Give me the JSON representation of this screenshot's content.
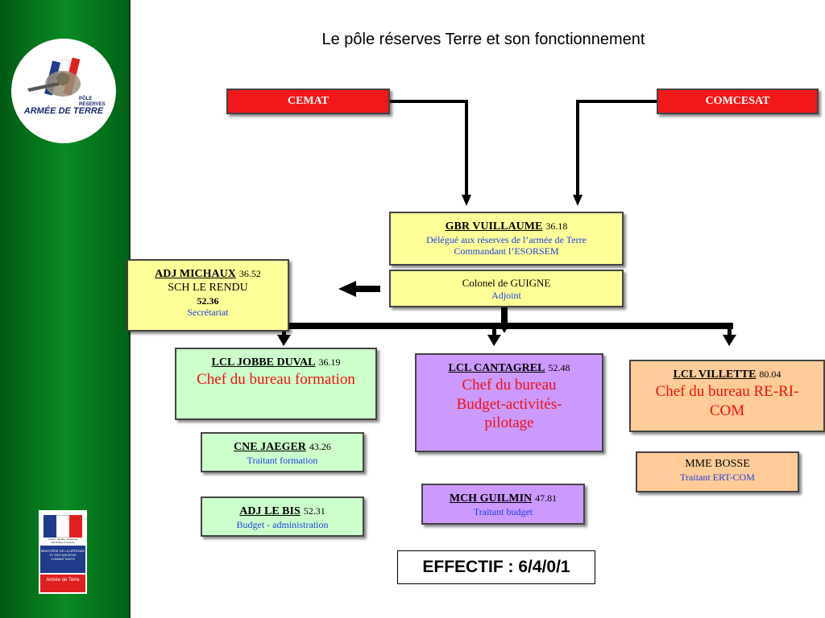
{
  "title": "Le pôle réserves Terre et son fonctionnement",
  "logo": {
    "line1": "PÔLE",
    "line2": "RÉSERVES",
    "brand": "ARMÉE DE TERRE"
  },
  "ministry": {
    "motto": "Liberté · Égalité · Fraternité",
    "republic": "République Française",
    "name": "MINISTÈRE DE LA DÉFENSE ET DES ANCIENS COMBATTANTS",
    "army": "Armée de Terre"
  },
  "cemat": "CEMAT",
  "comcesat": "COMCESAT",
  "gbr": {
    "name": "GBR  VUILLAUME",
    "num": "36.18",
    "line1": "Délégué aux réserves de l’armée de Terre",
    "line2": "Commandant l’ESORSEM"
  },
  "guigne": {
    "name": "Colonel de GUIGNE",
    "role": "Adjoint"
  },
  "secretariat": {
    "name1": "ADJ MICHAUX",
    "num1": "36.52",
    "name2": "SCH LE RENDU",
    "num2": "52.36",
    "role": "Secrétariat"
  },
  "jobbe": {
    "name": "LCL JOBBE DUVAL",
    "num": "36.19",
    "role": "Chef du bureau formation"
  },
  "jaeger": {
    "name": "CNE JAEGER",
    "num": "43.26",
    "role": "Traitant formation"
  },
  "lebis": {
    "name": "ADJ LE BIS",
    "num": "52.31",
    "role": "Budget - administration"
  },
  "cantagrel": {
    "name": "LCL CANTAGREL",
    "num": "52.48",
    "role": "Chef du bureau Budget-activités-pilotage"
  },
  "guilmin": {
    "name": "MCH  GUILMIN",
    "num": "47.81",
    "role": "Traitant budget"
  },
  "villette": {
    "name": "LCL VILLETTE",
    "num": "80.04",
    "role": "Chef du bureau RE-RI-COM"
  },
  "bosse": {
    "name": "MME BOSSE",
    "role": "Traitant ERT-COM"
  },
  "effectif": "EFFECTIF : 6/4/0/1",
  "colors": {
    "sidebar": "#0a8a22",
    "red_box": "#f01818",
    "yellow_box": "#ffff99",
    "green_box": "#ccffcc",
    "purple_box": "#cc99ff",
    "orange_box": "#ffcc99",
    "role_blue": "#1f3fdd",
    "role_red": "#ee1111"
  }
}
